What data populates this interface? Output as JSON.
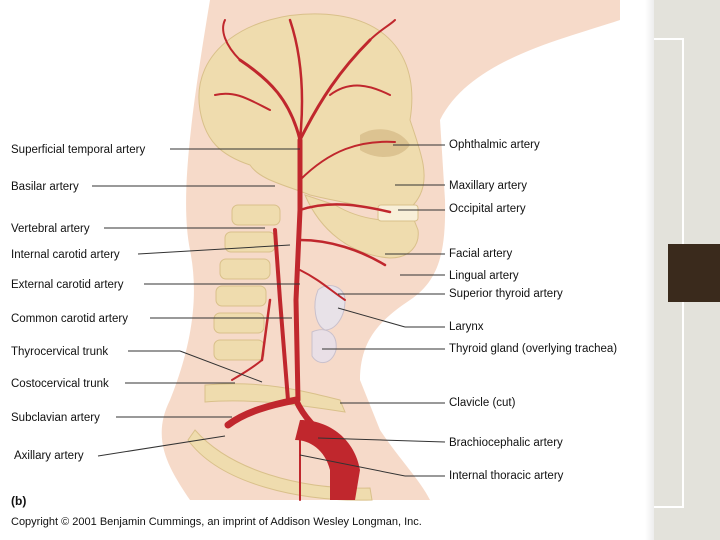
{
  "figure": {
    "panel_letter": "(b)",
    "copyright": "Copyright © 2001 Benjamin Cummings, an imprint of Addison Wesley Longman, Inc.",
    "labels_left": [
      "Superficial temporal artery",
      "Basilar artery",
      "Vertebral artery",
      "Internal carotid artery",
      "External carotid artery",
      "Common carotid artery",
      "Thyrocervical trunk",
      "Costocervical trunk",
      "Subclavian artery",
      "Axillary artery"
    ],
    "labels_right": [
      "Ophthalmic artery",
      "Maxillary artery",
      "Occipital artery",
      "Facial artery",
      "Lingual artery",
      "Superior thyroid artery",
      "Larynx",
      "Thyroid gland (overlying trachea)",
      "Clavicle (cut)",
      "Brachiocephalic artery",
      "Internal thoracic artery"
    ]
  },
  "colors": {
    "artery": "#c0272d",
    "bone": "#efdcae",
    "skin": "#f4d4bf",
    "panel": "#e3e2db",
    "tab": "#3a2a1c"
  }
}
